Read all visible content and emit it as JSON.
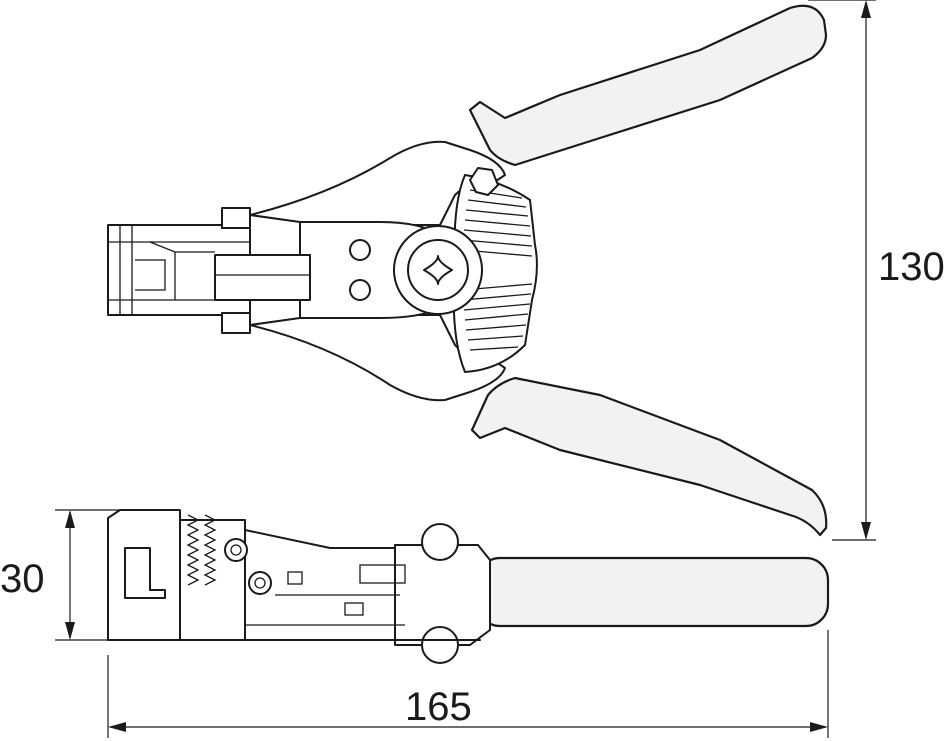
{
  "dimensions": {
    "height": "130",
    "thickness": "30",
    "length": "165"
  },
  "colors": {
    "outline": "#1a1a1a",
    "grip_fill": "#f2f2f2",
    "background": "#ffffff"
  }
}
